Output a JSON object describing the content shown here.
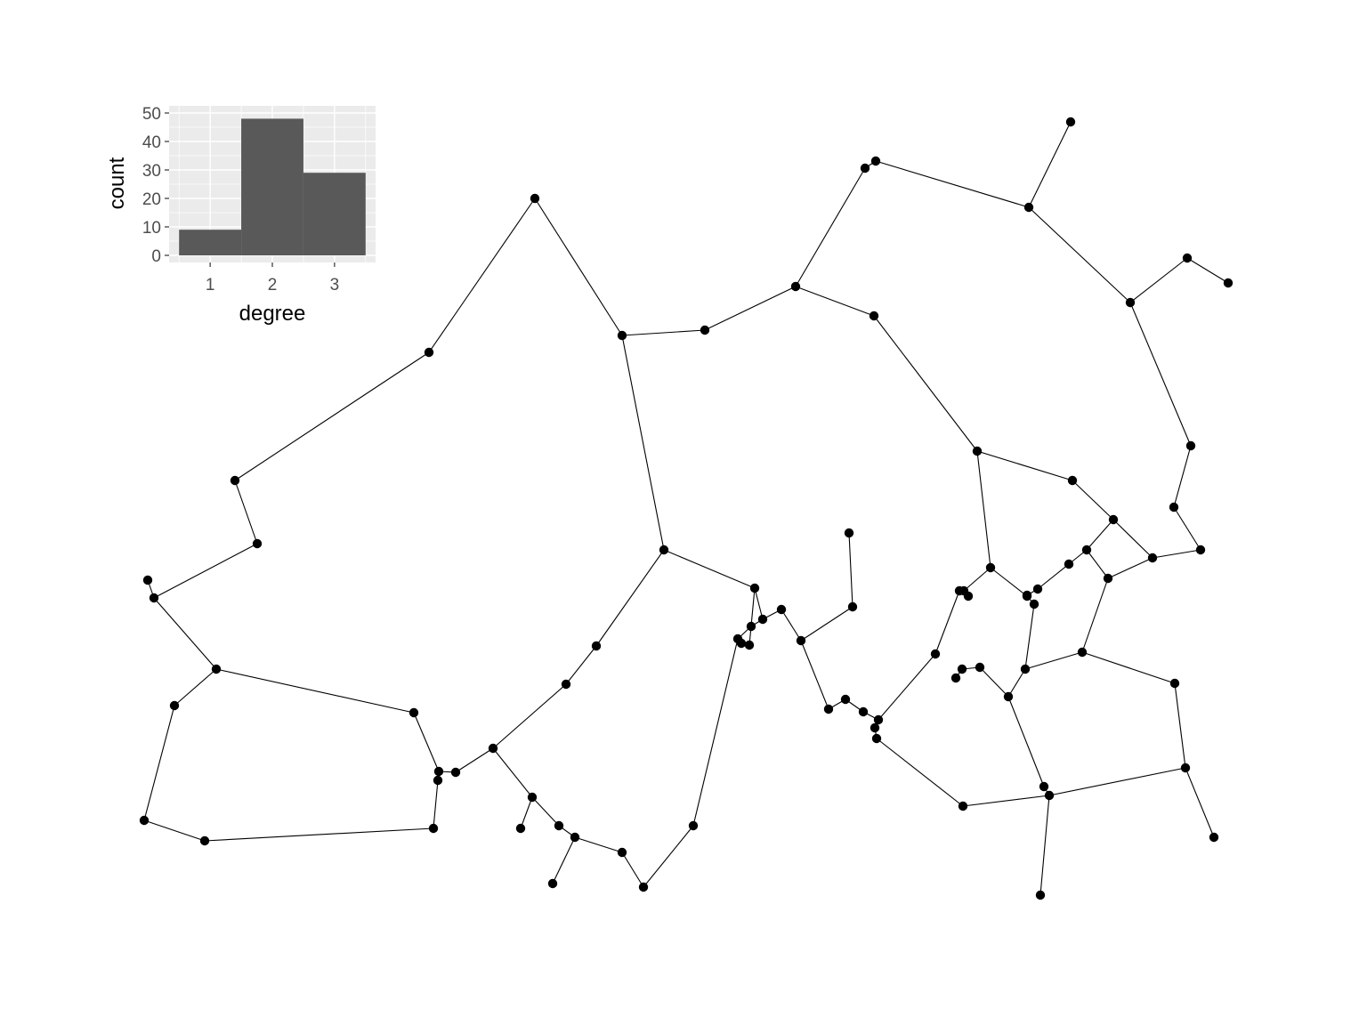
{
  "chart_data": [
    {
      "type": "bar",
      "categories": [
        1,
        2,
        3
      ],
      "values": [
        9,
        48,
        29
      ],
      "xlabel": "degree",
      "ylabel": "count",
      "ylim": [
        0,
        50
      ],
      "yticks": [
        0,
        10,
        20,
        30,
        40,
        50
      ],
      "xticks": [
        1,
        2,
        3
      ],
      "grid": true,
      "colors": {
        "bar": "#595959",
        "panel": "#ebebeb",
        "grid": "#ffffff"
      }
    },
    {
      "type": "network",
      "grid": false,
      "node_count": 86,
      "colors": {
        "node": "#000000",
        "edge": "#000000"
      }
    }
  ]
}
